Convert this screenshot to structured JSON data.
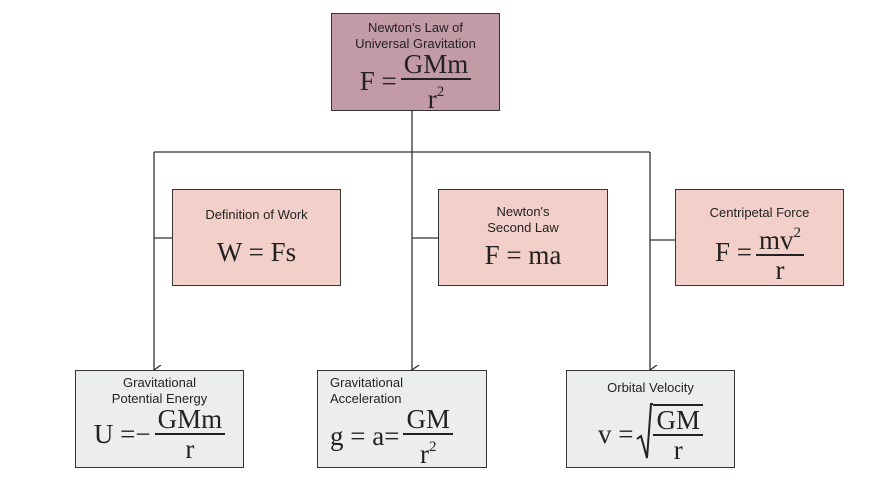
{
  "colors": {
    "root_fill": "#c29ba7",
    "middle_fill": "#f3cfc9",
    "bottom_fill": "#eceeee",
    "line": "#333333"
  },
  "nodes": {
    "root": {
      "title": "Newton's Law of\nUniversal Gravitation",
      "lhs": "F =",
      "num": "GMm",
      "den_base": "r",
      "den_sup": "2"
    },
    "work": {
      "title": "Definition of Work",
      "eq": "W = Fs"
    },
    "second_law": {
      "title": "Newton's\nSecond Law",
      "eq": "F = ma"
    },
    "centripetal": {
      "title": "Centripetal Force",
      "lhs": "F =",
      "num_base": "mv",
      "num_sup": "2",
      "den": "r"
    },
    "potential": {
      "title": "Gravitational\nPotential Energy",
      "lhs": "U =−",
      "num": "GMm",
      "den": "r"
    },
    "acceleration": {
      "title": "Gravitational\nAcceleration",
      "lhs": "g = a=",
      "num": "GM",
      "den_base": "r",
      "den_sup": "2"
    },
    "orbital": {
      "title": "Orbital Velocity",
      "lhs": "v =",
      "num": "GM",
      "den": "r"
    }
  }
}
